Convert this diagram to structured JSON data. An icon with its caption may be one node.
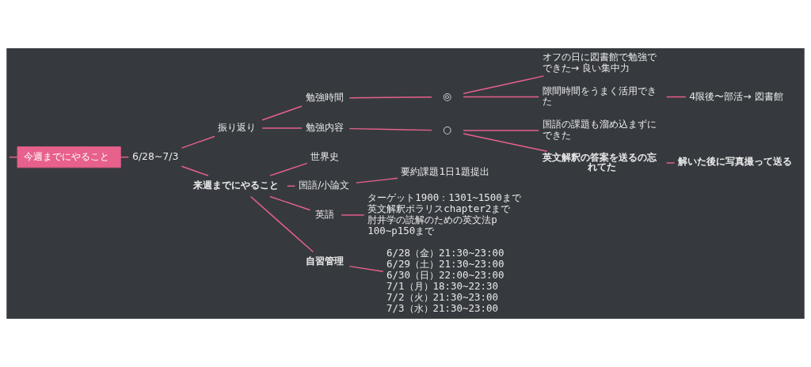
{
  "diagram": {
    "nodes": [
      {
        "text": [
          "今週までにやること"
        ]
      },
      {
        "text": [
          "6/28~7/3"
        ]
      },
      {
        "text": [
          "振り返り"
        ]
      },
      {
        "text": [
          "勉強時間"
        ]
      },
      {
        "text": [
          "◎"
        ]
      },
      {
        "text": [
          "オフの日に図書館で勉強でできた→ 良い集中力"
        ]
      },
      {
        "text": [
          "隙間時間をうまく活用できた"
        ]
      },
      {
        "text": [
          "4限後〜部活→ 図書館"
        ]
      },
      {
        "text": [
          "勉強内容"
        ]
      },
      {
        "text": [
          "○"
        ]
      },
      {
        "text": [
          "国語の課題も溜め込まずにできた"
        ]
      },
      {
        "text": [
          "英文解釈の答案を送るの忘れてた"
        ]
      },
      {
        "text": [
          "解いた後に写真撮って送る"
        ]
      },
      {
        "text": [
          "来週までにやること"
        ]
      },
      {
        "text": [
          "世界史"
        ]
      },
      {
        "text": [
          "国語/小論文"
        ]
      },
      {
        "text": [
          "要約課題1日1題提出"
        ]
      },
      {
        "text": [
          "英語"
        ]
      },
      {
        "text": [
          "ターゲット1900：1301~1500まで",
          "英文解釈ポラリスchapter2まで",
          "肘井学の読解のための英文法p100~p150まで"
        ]
      },
      {
        "text": [
          "自習管理"
        ]
      },
      {
        "text": [
          "6/28（金）21:30~23:00",
          "6/29（土）21:30~23:00",
          "6/30（日）22:00~23:00",
          "7/1（月）18:30~22:30",
          "7/2（火）21:30~23:00",
          "7/3（水）21:30~23:00"
        ]
      }
    ],
    "edges": [
      {
        "from": null,
        "to": 0,
        "arrow": "none"
      },
      {
        "from": 0,
        "to": 1,
        "arrow": "none"
      },
      {
        "from": 1,
        "to": 2,
        "arrow": "none"
      },
      {
        "from": 2,
        "to": 3,
        "arrow": "none"
      },
      {
        "from": 3,
        "to": 4,
        "arrow": "none"
      },
      {
        "from": 4,
        "to": 5,
        "arrow": "none"
      },
      {
        "from": 4,
        "to": 6,
        "arrow": "none"
      },
      {
        "from": 6,
        "to": 7,
        "arrow": "none"
      },
      {
        "from": 2,
        "to": 8,
        "arrow": "none"
      },
      {
        "from": 8,
        "to": 9,
        "arrow": "none"
      },
      {
        "from": 9,
        "to": 10,
        "arrow": "none"
      },
      {
        "from": 9,
        "to": 11,
        "arrow": "none"
      },
      {
        "from": 11,
        "to": 12,
        "arrow": "none"
      },
      {
        "from": 1,
        "to": 13,
        "arrow": "none"
      },
      {
        "from": 13,
        "to": 14,
        "arrow": "none"
      },
      {
        "from": 13,
        "to": 15,
        "arrow": "none"
      },
      {
        "from": 15,
        "to": 16,
        "arrow": "none"
      },
      {
        "from": 13,
        "to": 17,
        "arrow": "none"
      },
      {
        "from": 17,
        "to": 18,
        "arrow": "none"
      },
      {
        "from": 13,
        "to": 19,
        "arrow": "none"
      },
      {
        "from": 19,
        "to": 20,
        "arrow": "none"
      }
    ]
  }
}
